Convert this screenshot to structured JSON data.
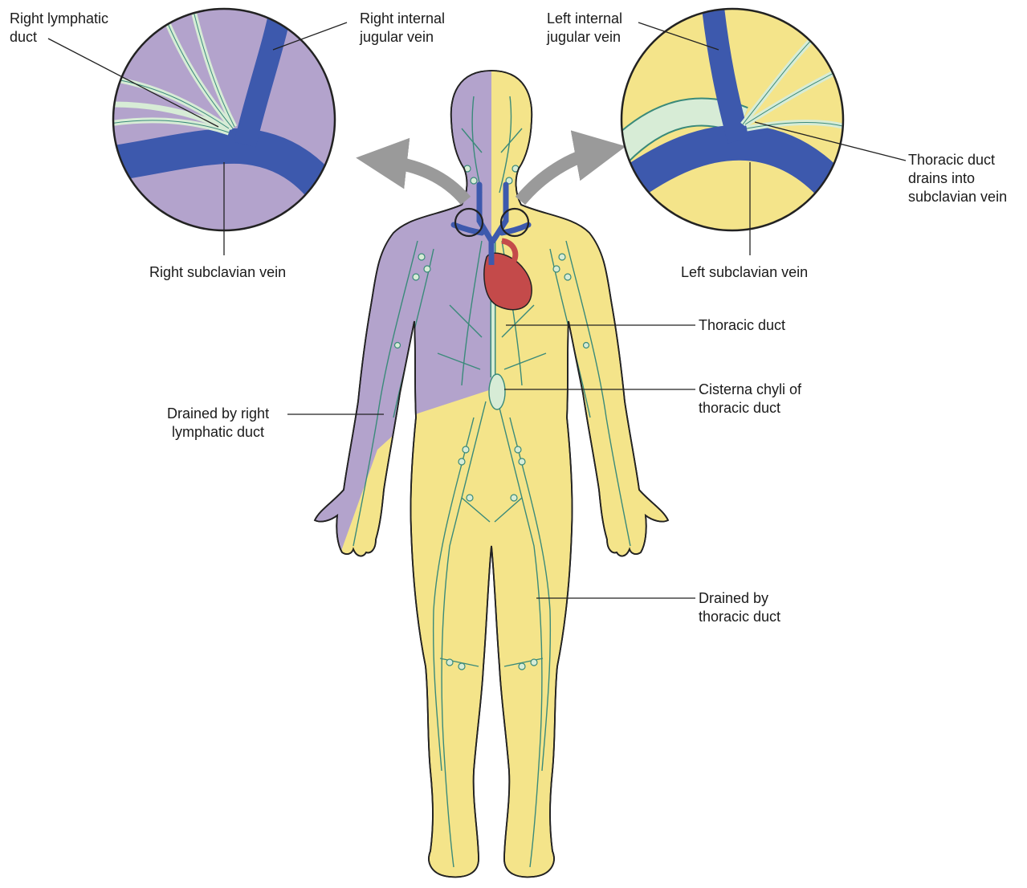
{
  "labels": {
    "right_lymphatic_duct": "Right lymphatic\nduct",
    "right_internal_jugular_vein": "Right internal\njugular vein",
    "left_internal_jugular_vein": "Left internal\njugular vein",
    "thoracic_duct_drains": "Thoracic duct\ndrains into\nsubclavian vein",
    "right_subclavian_vein": "Right subclavian vein",
    "left_subclavian_vein": "Left subclavian vein",
    "thoracic_duct": "Thoracic duct",
    "cisterna_chyli": "Cisterna chyli of\nthoracic duct",
    "drained_by_right": "Drained by right\nlymphatic duct",
    "drained_by_thoracic": "Drained by\nthoracic duct"
  },
  "colors": {
    "right_region": "#b3a3cc",
    "left_region": "#f4e48a",
    "vein": "#3d59ad",
    "lymph_vessel": "#3a8a7a",
    "lymph_duct_fill": "#d7ecd6",
    "outline": "#222222",
    "heart": "#c44a4a",
    "arrow": "#9a9a9a"
  }
}
